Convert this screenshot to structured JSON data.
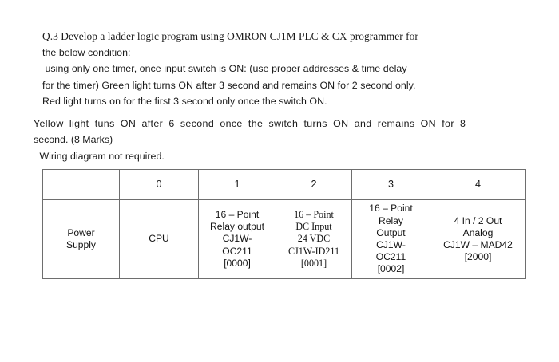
{
  "document": {
    "question": {
      "lines": [
        "Q.3 Develop a ladder logic program using OMRON CJ1M PLC & CX programmer for",
        "the below condition:",
        " using only one timer, once input switch is ON: (use proper addresses & time delay",
        "for the timer) Green light turns ON after 3 second and remains ON for 2 second only.",
        "Red light turns on for the first 3 second only once the switch ON."
      ]
    },
    "paragraph2": {
      "lines": [
        "Yellow light tuns ON after 6 second once the switch turns ON and remains ON for 8",
        "second. (8 Marks)",
        " Wiring diagram not required."
      ]
    },
    "table": {
      "headers": [
        "",
        "0",
        "1",
        "2",
        "3",
        "4"
      ],
      "rows": [
        {
          "cells": [
            {
              "lines": [
                "Power",
                "Supply"
              ]
            },
            {
              "lines": [
                "CPU"
              ]
            },
            {
              "lines": [
                "16 – Point",
                "Relay output",
                "CJ1W-",
                "OC211",
                "[0000]"
              ]
            },
            {
              "lines": [
                "16 – Point",
                "DC Input",
                "24 VDC",
                "CJ1W-ID211",
                "[0001]"
              ]
            },
            {
              "lines": [
                "16 – Point",
                "Relay",
                "Output",
                "CJ1W-",
                "OC211",
                "[0002]"
              ]
            },
            {
              "lines": [
                "4 In / 2 Out",
                "Analog",
                "CJ1W – MAD42",
                "[2000]"
              ]
            }
          ]
        }
      ]
    },
    "colors": {
      "page_background": "#ffffff",
      "text": "#1a1a1a",
      "table_border": "#6e6e6e"
    }
  }
}
